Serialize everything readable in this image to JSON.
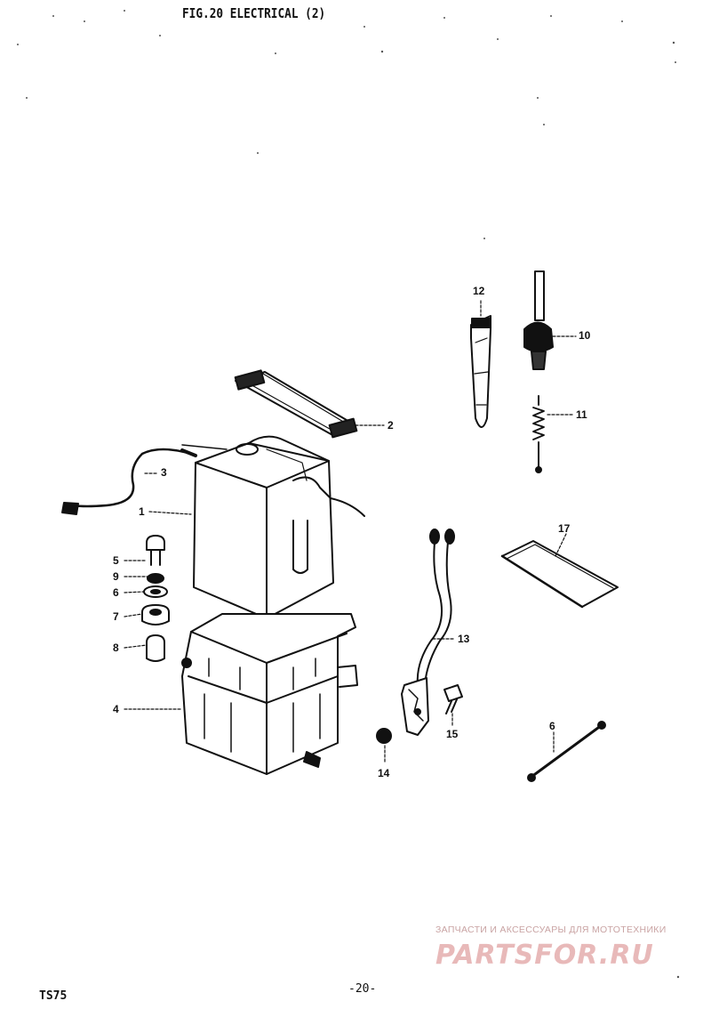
{
  "header": {
    "title": "FIG.20 ELECTRICAL (2)"
  },
  "callouts": {
    "c1": "1",
    "c2": "2",
    "c3": "3",
    "c4": "4",
    "c5": "5",
    "c6a": "6",
    "c6b": "6",
    "c7": "7",
    "c8": "8",
    "c9": "9",
    "c10": "10",
    "c11": "11",
    "c12": "12",
    "c13": "13",
    "c14": "14",
    "c15": "15",
    "c17": "17"
  },
  "footer": {
    "model": "TS75",
    "page": "-20-"
  },
  "watermark": {
    "tagline": "ЗАПЧАСТИ И АКСЕССУАРЫ ДЛЯ МОТОТЕХНИКИ",
    "logo": "PARTSFOR.RU",
    "color": "#e8b9b9"
  }
}
